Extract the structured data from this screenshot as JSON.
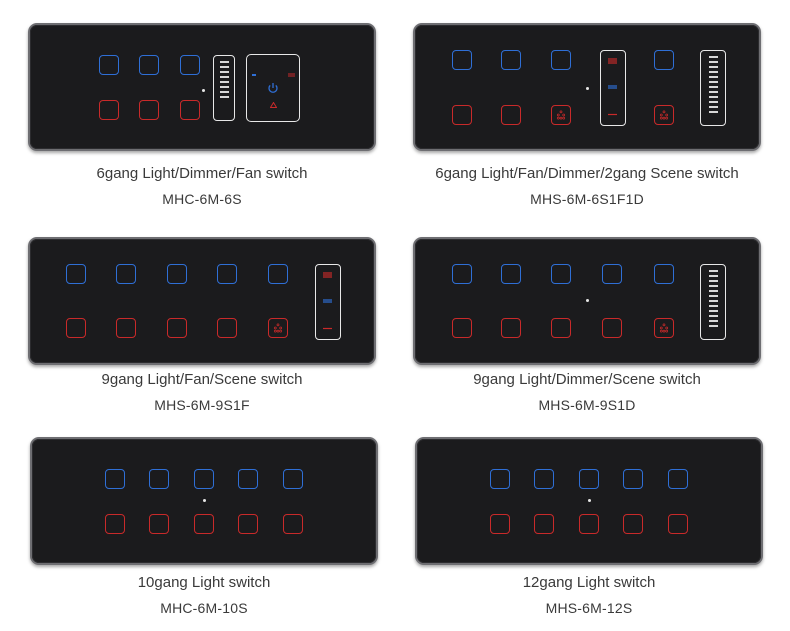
{
  "products": [
    {
      "caption": "6gang Light/Dimmer/Fan switch",
      "model": "MHC-6M-6S"
    },
    {
      "caption": "6gang Light/Fan/Dimmer/2gang Scene switch",
      "model": "MHS-6M-6S1F1D"
    },
    {
      "caption": "9gang Light/Fan/Scene switch",
      "model": "MHS-6M-9S1F"
    },
    {
      "caption": "9gang Light/Dimmer/Scene switch",
      "model": "MHS-6M-9S1D"
    },
    {
      "caption": "10gang Light switch",
      "model": "MHC-6M-10S"
    },
    {
      "caption": "12gang Light switch",
      "model": "MHS-6M-12S"
    }
  ],
  "colors": {
    "panel": "#1b1b1d",
    "panel_border": "#6e6e72",
    "light_key_top": "#2f6fd6",
    "light_key_bottom": "#c92a2a",
    "control_outline": "#e8e8e8",
    "fan_up": "#c92a2a",
    "fan_mid": "#2f6fd6"
  },
  "icons": {
    "scene_key": "scene-dots-icon",
    "fan_up": "fan-up-icon",
    "fan_mid": "fan-mid-icon",
    "fan_down": "fan-down-icon",
    "power": "power-icon"
  }
}
